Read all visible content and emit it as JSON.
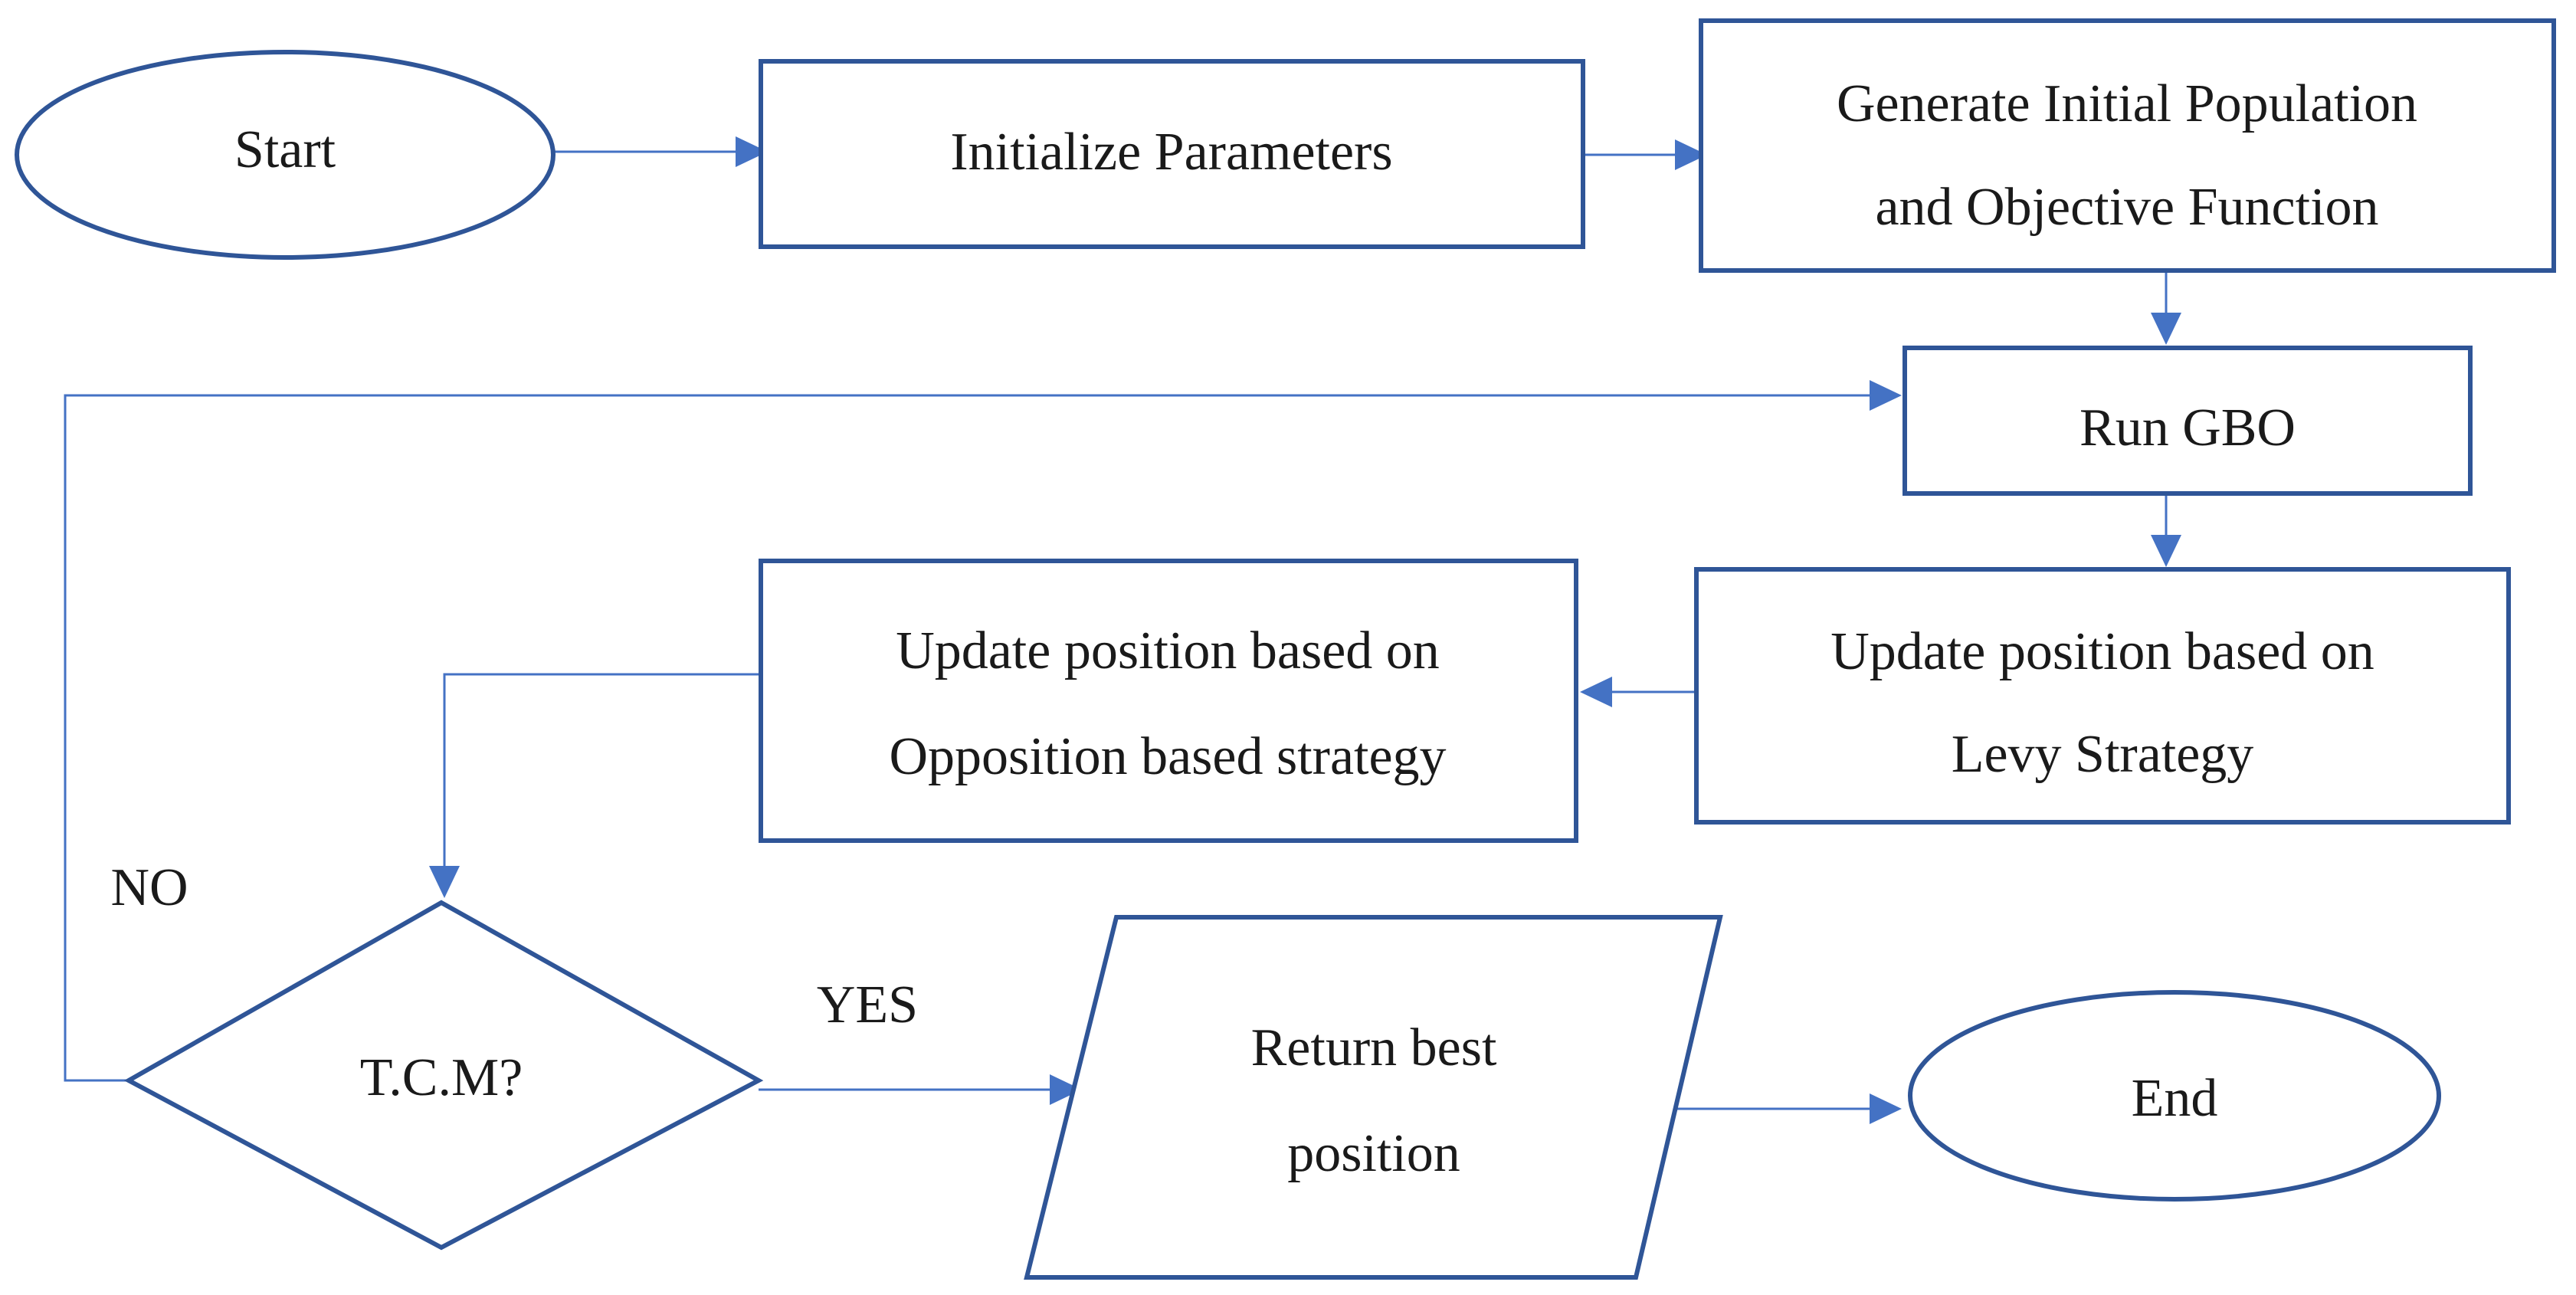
{
  "diagram": {
    "nodes": {
      "start": {
        "label": "Start",
        "shape": "ellipse"
      },
      "init_params": {
        "label": "Initialize Parameters",
        "shape": "rectangle"
      },
      "gen_population": {
        "lines": [
          "Generate Initial Population",
          "and Objective Function"
        ],
        "shape": "rectangle"
      },
      "run_gbo": {
        "label": "Run GBO",
        "shape": "rectangle"
      },
      "levy_update": {
        "lines": [
          "Update position based on",
          "Levy Strategy"
        ],
        "shape": "rectangle"
      },
      "opposition_update": {
        "lines": [
          "Update position based on",
          "Opposition based strategy"
        ],
        "shape": "rectangle"
      },
      "tcm_decision": {
        "label": "T.C.M?",
        "shape": "diamond"
      },
      "return_best": {
        "lines": [
          "Return best",
          "position"
        ],
        "shape": "parallelogram"
      },
      "end": {
        "label": "End",
        "shape": "ellipse"
      }
    },
    "edge_labels": {
      "no": "NO",
      "yes": "YES"
    },
    "edges": [
      {
        "from": "start",
        "to": "init_params"
      },
      {
        "from": "init_params",
        "to": "gen_population"
      },
      {
        "from": "gen_population",
        "to": "run_gbo"
      },
      {
        "from": "run_gbo",
        "to": "levy_update"
      },
      {
        "from": "levy_update",
        "to": "opposition_update"
      },
      {
        "from": "opposition_update",
        "to": "tcm_decision"
      },
      {
        "from": "tcm_decision",
        "to": "return_best",
        "label": "YES"
      },
      {
        "from": "tcm_decision",
        "to": "run_gbo",
        "label": "NO"
      },
      {
        "from": "return_best",
        "to": "end"
      }
    ],
    "colors": {
      "node_border": "#2f5597",
      "connector": "#4472c4",
      "text": "#1a1a1a",
      "background": "#ffffff"
    }
  }
}
